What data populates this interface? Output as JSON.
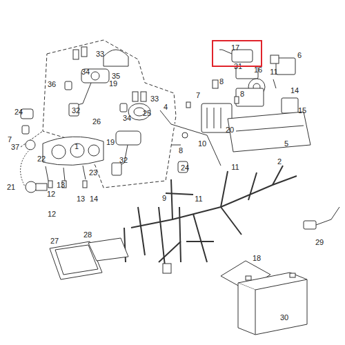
{
  "diagram": {
    "nodes": [
      {
        "text": [
          "17"
        ]
      }
    ],
    "labels": [
      "33",
      "34",
      "35",
      "19",
      "36",
      "32",
      "37",
      "6",
      "16",
      "31",
      "11",
      "8",
      "8",
      "14",
      "15",
      "7",
      "4",
      "20",
      "5",
      "10",
      "8",
      "33",
      "25",
      "34",
      "26",
      "19",
      "32",
      "24",
      "7",
      "1",
      "22",
      "23",
      "21",
      "12",
      "13",
      "13",
      "14",
      "12",
      "24",
      "11",
      "2",
      "9",
      "11",
      "29",
      "27",
      "28",
      "18",
      "30"
    ]
  }
}
